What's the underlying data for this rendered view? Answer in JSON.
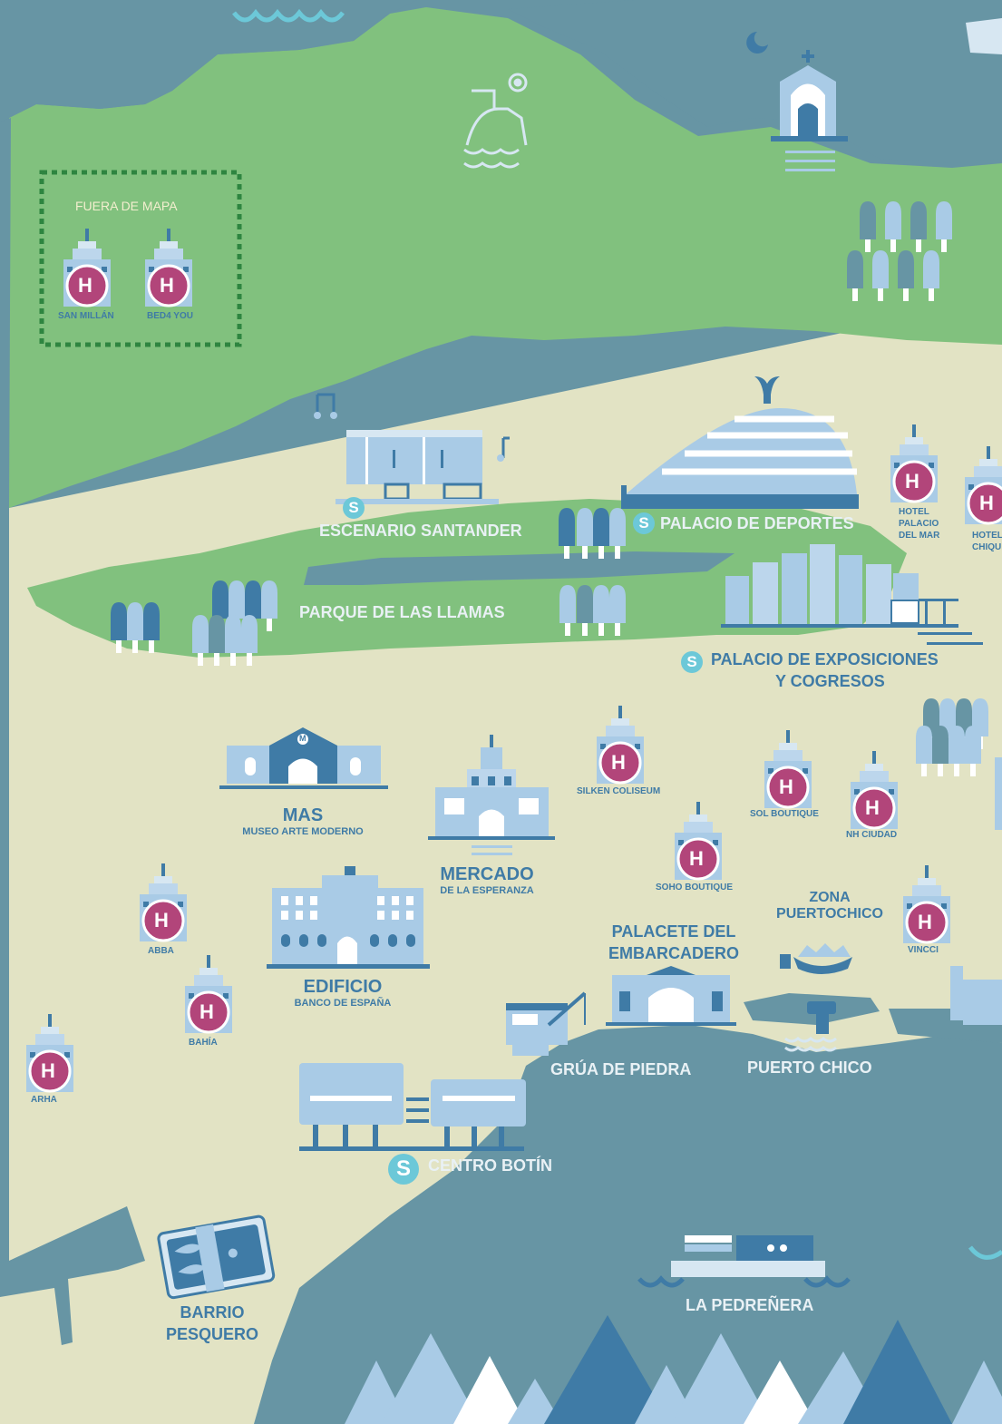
{
  "off_map_box": {
    "title": "FUERA DE MAPA",
    "hotels": [
      "SAN MILLÁN",
      "BED4 YOU"
    ]
  },
  "badge_letters": {
    "hotel": "H",
    "sight": "S",
    "museum": "M"
  },
  "places": {
    "escenario": "ESCENARIO SANTANDER",
    "palacio_deportes": "PALACIO DE DEPORTES",
    "parque": "PARQUE DE LAS LLAMAS",
    "exposiciones_1": "PALACIO DE EXPOSICIONES",
    "exposiciones_2": "Y COGRESOS",
    "mas_title": "MAS",
    "mas_sub": "MUSEO ARTE MODERNO",
    "mercado_title": "MERCADO",
    "mercado_sub": "DE LA ESPERANZA",
    "edificio_title": "EDIFICIO",
    "edificio_sub": "BANCO DE ESPAÑA",
    "palacete_1": "PALACETE DEL",
    "palacete_2": "EMBARCADERO",
    "zona_1": "ZONA",
    "zona_2": "PUERTOCHICO",
    "grua": "GRÚA DE PIEDRA",
    "puerto_chico": "PUERTO CHICO",
    "centro_botin": "CENTRO BOTÍN",
    "barrio_1": "BARRIO",
    "barrio_2": "PESQUERO",
    "pedrenera": "LA PEDREÑERA"
  },
  "hotels": {
    "palacio_mar": [
      "HOTEL",
      "PALACIO",
      "DEL MAR"
    ],
    "chiqui": [
      "HOTEL",
      "CHIQU"
    ],
    "silken": "SILKEN COLISEUM",
    "sol": "SOL BOUTIQUE",
    "nh": "NH CIUDAD",
    "soho": "SOHO BOUTIQUE",
    "vincci": "VINCCI",
    "abba": "ABBA",
    "bahia": "BAHÍA",
    "arha": "ARHA"
  },
  "colors": {
    "sea": "#6795a4",
    "green": "#81c17e",
    "land": "#e2e3c4",
    "navy_text": "#3f7ba6",
    "hotel_magenta": "#b2457a",
    "sight_cyan": "#6cc8d8",
    "icon_light": "#a9cbe6",
    "icon_dark": "#3f7ba6"
  }
}
